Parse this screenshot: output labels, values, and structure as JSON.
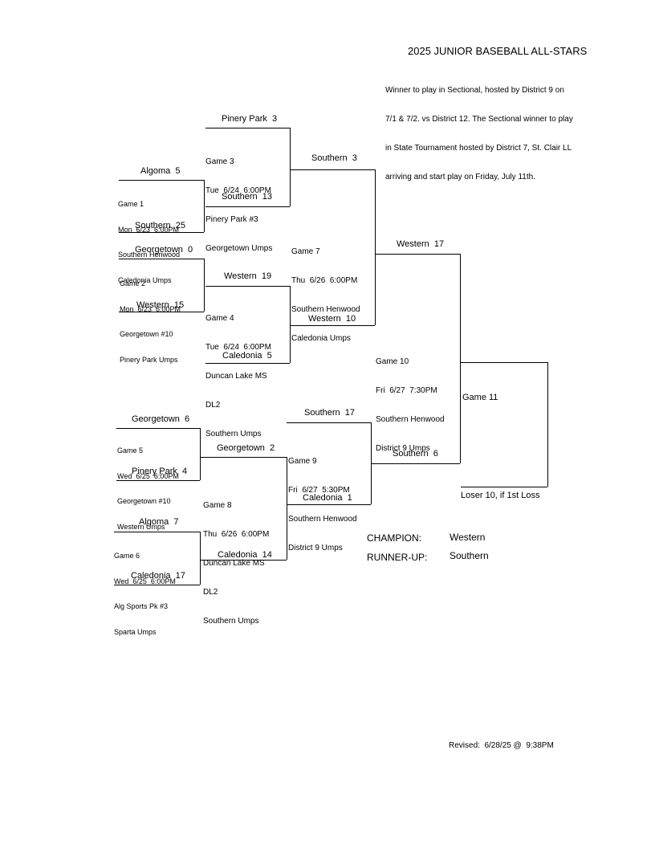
{
  "title": "2025 JUNIOR BASEBALL ALL-STARS",
  "note_lines": [
    "Winner to play in Sectional, hosted by District 9 on",
    "7/1 & 7/2. vs District 12. The Sectional winner to play",
    "in State Tournament hosted by District 7, St. Clair LL",
    "arriving and start play on Friday, July 11th."
  ],
  "teams": {
    "g1_top": "Algoma  5",
    "g1_bottom": "Southern  25",
    "g2_top": "Georgetown  0",
    "g2_bottom": "Western  15",
    "g3_top": "Pinery Park  3",
    "g3_bottom": "Southern  13",
    "g4_top": "Western  19",
    "g4_bottom": "Caledonia  5",
    "g7_top": "Southern  3",
    "g7_bottom": "Western  10",
    "g10_top": "Western  17",
    "g5_top": "Georgetown  6",
    "g5_bottom": "Pinery Park  4",
    "g6_top": "Algoma  7",
    "g6_bottom": "Caledonia  17",
    "g8_top": "Georgetown  2",
    "g8_bottom": "Caledonia  14",
    "g9_top": "Southern  17",
    "g9_bottom": "Caledonia  1",
    "g10_bottom": "Southern  6",
    "loser_line": "Loser 10, if 1st Loss"
  },
  "games": {
    "g1": [
      "Game 1",
      "Mon  6/23  6:00PM",
      "Southern Henwood",
      "Caledonia Umps"
    ],
    "g2": [
      "Game 2",
      "Mon  6/23  6:00PM",
      "Georgetown #10",
      "Pinery Park Umps"
    ],
    "g3": [
      "Game 3",
      "Tue  6/24  6:00PM",
      "Pinery Park #3",
      "Georgetown Umps"
    ],
    "g4": [
      "Game 4",
      "Tue  6/24  6:00PM",
      "Duncan Lake MS",
      "DL2",
      "Southern Umps"
    ],
    "g5": [
      "Game 5",
      "Wed  6/25  6:00PM",
      "Georgetown #10",
      "Western Umps"
    ],
    "g6": [
      "Game 6",
      "Wed  6/25  6:00PM",
      "Alg Sports Pk #3",
      "Sparta Umps"
    ],
    "g7": [
      "Game 7",
      "Thu  6/26  6:00PM",
      "Southern Henwood",
      "Caledonia Umps"
    ],
    "g8": [
      "Game 8",
      "Thu  6/26  6:00PM",
      "Duncan Lake MS",
      "DL2",
      "Southern Umps"
    ],
    "g9": [
      "Game 9",
      "Fri  6/27  5:30PM",
      "Southern Henwood",
      "District 9 Umps"
    ],
    "g10": [
      "Game 10",
      "Fri  6/27  7:30PM",
      "Southern Henwood",
      "District 9 Umps"
    ],
    "g11": "Game 11"
  },
  "results": {
    "champion_label": "CHAMPION:",
    "champion_value": "Western",
    "runnerup_label": "RUNNER-UP:",
    "runnerup_value": "Southern"
  },
  "revised": "Revised:  6/28/25 @  9:38PM"
}
